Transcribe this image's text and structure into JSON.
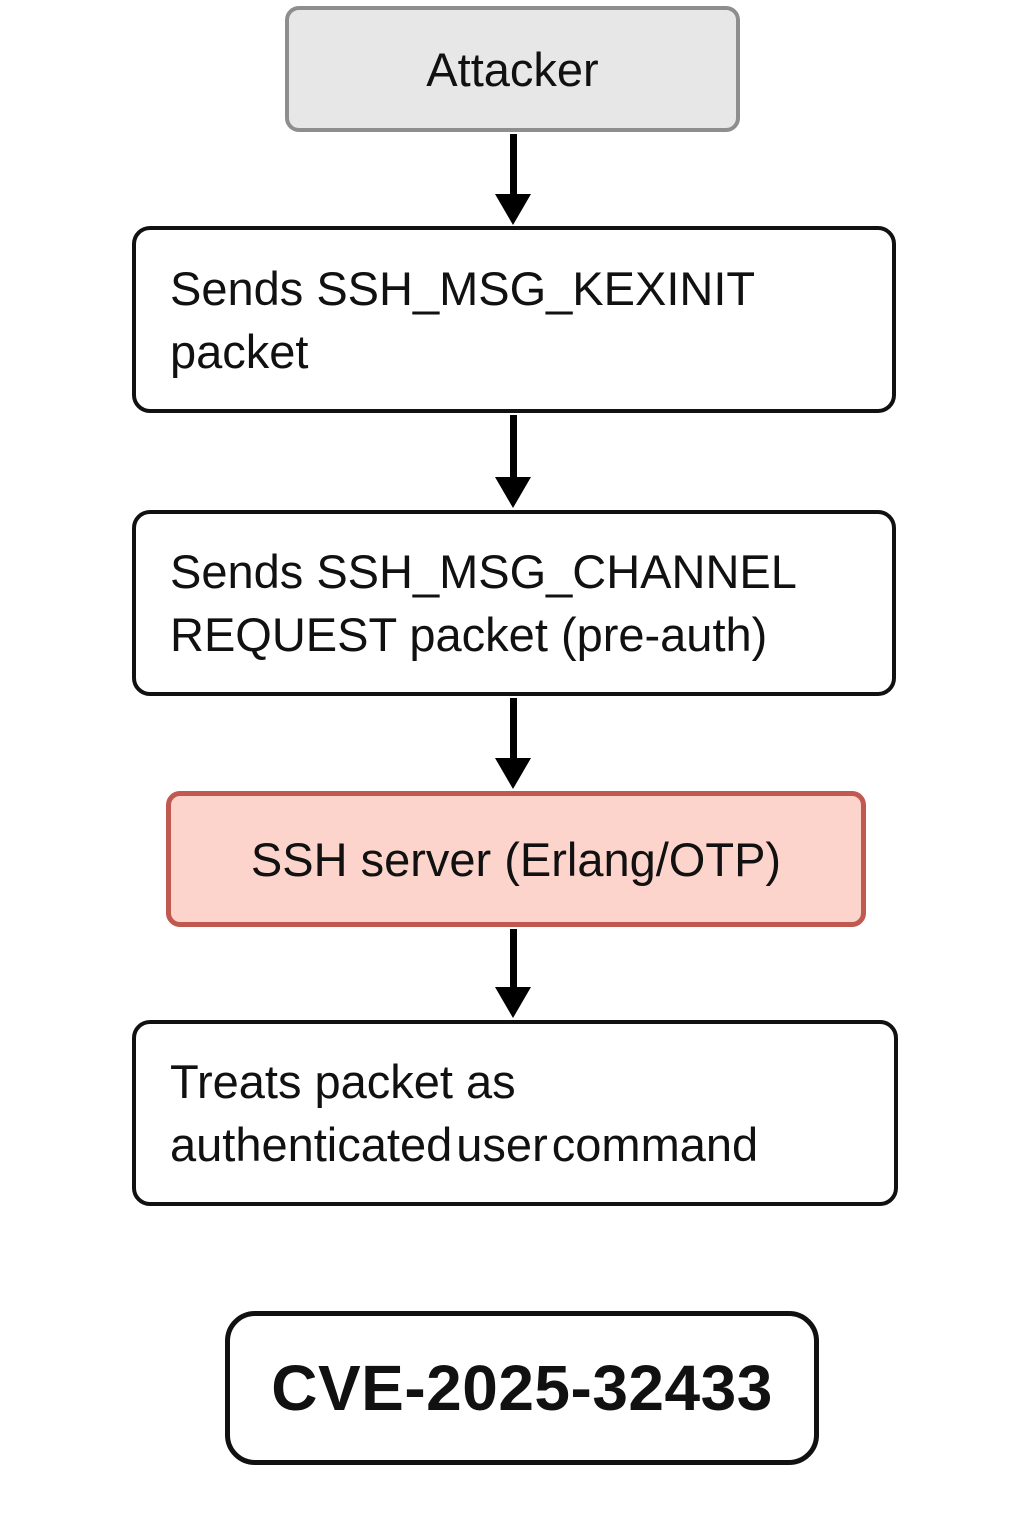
{
  "colors": {
    "background": "#ffffff",
    "text": "#111111",
    "box_fill_white": "#ffffff",
    "box_border_black": "#111111",
    "attacker_fill": "#e7e7e7",
    "attacker_border": "#8e8e8e",
    "server_fill": "#fcd4cb",
    "server_border": "#c05a50",
    "arrow": "#000000"
  },
  "nodes": {
    "attacker": {
      "label": "Attacker"
    },
    "kexinit": {
      "label": "Sends SSH_MSG_KEXINIT packet",
      "lines": [
        "Sends SSH_MSG_KEXINIT",
        "packet"
      ]
    },
    "channel_request": {
      "label": "Sends SSH_MSG_CHANNEL REQUEST packet (pre-auth)",
      "lines": [
        "Sends SSH_MSG_CHANNEL",
        "REQUEST packet (pre-auth)"
      ]
    },
    "ssh_server": {
      "label": "SSH server (Erlang/OTP)"
    },
    "treats": {
      "label": "Treats packet as authenticated user command",
      "lines": [
        "Treats packet as",
        "authenticated user command"
      ]
    },
    "cve": {
      "label": "CVE-2025-32433"
    }
  },
  "edges": [
    {
      "from": "attacker",
      "to": "kexinit"
    },
    {
      "from": "kexinit",
      "to": "channel_request"
    },
    {
      "from": "channel_request",
      "to": "ssh_server"
    },
    {
      "from": "ssh_server",
      "to": "treats"
    }
  ]
}
